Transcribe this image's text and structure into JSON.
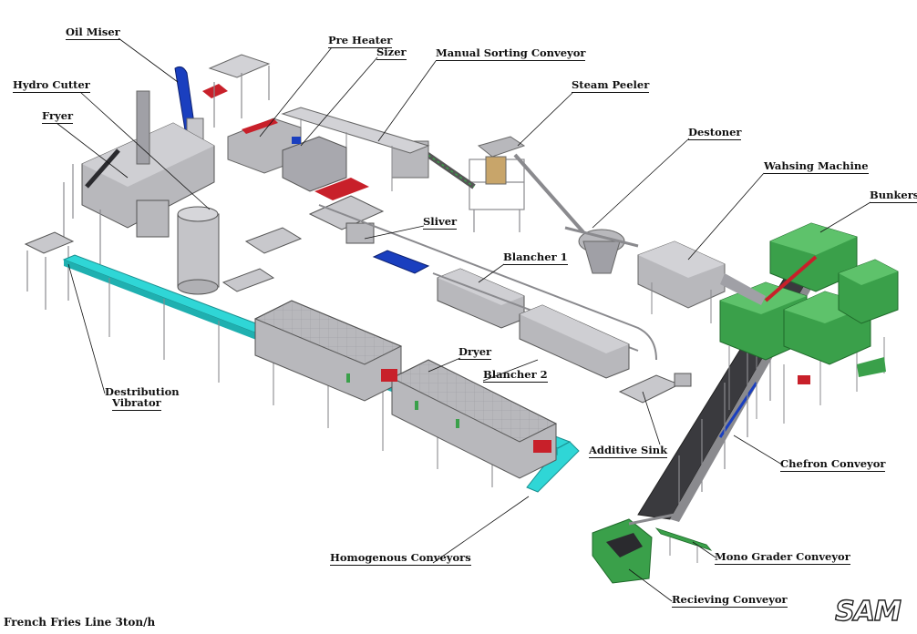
{
  "title": "French Fries Line 3ton/h",
  "logo_text": "SAM",
  "colors": {
    "machine_grey": "#b8b8bc",
    "frame_grey": "#8a8a8e",
    "accent_red": "#c8202a",
    "teal_conveyor": "#2fd6d6",
    "green_bunker": "#3aa04a",
    "blue_part": "#1a3fbf",
    "belt_dark": "#3a3a3e"
  },
  "labels": {
    "oil_miser": "Oil Miser",
    "pre_heater": "Pre Heater",
    "sizer": "Sizer",
    "manual_sorting_conveyor": "Manual Sorting Conveyor",
    "hydro_cutter": "Hydro Cutter",
    "fryer": "Fryer",
    "steam_peeler": "Steam Peeler",
    "destoner": "Destoner",
    "washing_machine": "Wahsing Machine",
    "bunkers": "Bunkers",
    "sliver": "Sliver",
    "blancher_1": "Blancher 1",
    "dryer": "Dryer",
    "blancher_2": "Blancher 2",
    "distribution_vibrator_1": "Destribution",
    "distribution_vibrator_2": "Vibrator",
    "additive_sink": "Additive Sink",
    "chefron_conveyor": "Chefron Conveyor",
    "mono_grader_conveyor": "Mono Grader Conveyor",
    "homogenous_conveyors": "Homogenous Conveyors",
    "receiving_conveyor": "Recieving Conveyor"
  }
}
